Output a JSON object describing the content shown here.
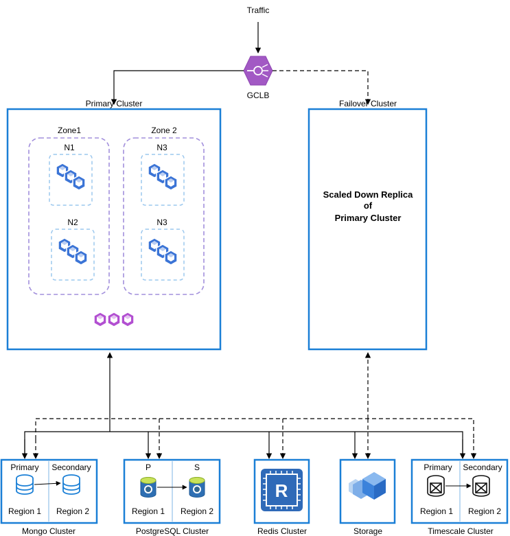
{
  "traffic": "Traffic",
  "gclb": "GCLB",
  "primary_cluster": {
    "title": "Primary Cluster",
    "zones": [
      {
        "label": "Zone1",
        "nodes": [
          "N1",
          "N2"
        ]
      },
      {
        "label": "Zone 2",
        "nodes": [
          "N3",
          "N3"
        ]
      }
    ]
  },
  "failover_cluster": {
    "title": "Failover Cluster",
    "desc_line1": "Scaled Down Replica",
    "desc_line2": "of",
    "desc_line3": "Primary Cluster"
  },
  "mongo": {
    "name": "Mongo Cluster",
    "left_top": "Primary",
    "right_top": "Secondary",
    "left_bottom": "Region 1",
    "right_bottom": "Region 2"
  },
  "postgres": {
    "name": "PostgreSQL Cluster",
    "left_top": "P",
    "right_top": "S",
    "left_bottom": "Region 1",
    "right_bottom": "Region 2"
  },
  "redis": {
    "name": "Redis Cluster",
    "glyph": "R"
  },
  "storage": {
    "name": "Storage"
  },
  "timescale": {
    "name": "Timescale Cluster",
    "left_top": "Primary",
    "right_top": "Secondary",
    "left_bottom": "Region 1",
    "right_bottom": "Region 2"
  },
  "colors": {
    "blue": "#1a7fd6",
    "icon_blue": "#3b74d6",
    "purple": "#a259c4",
    "dashed_purple": "#a28fdc",
    "dashed_blue": "#9cc8ee",
    "redis_blue": "#2f6ab8"
  },
  "icons": [
    "kubernetes-pod-icon",
    "load-balancer-icon",
    "database-icon",
    "postgres-icon",
    "redis-icon",
    "storage-icon",
    "timescale-icon"
  ]
}
